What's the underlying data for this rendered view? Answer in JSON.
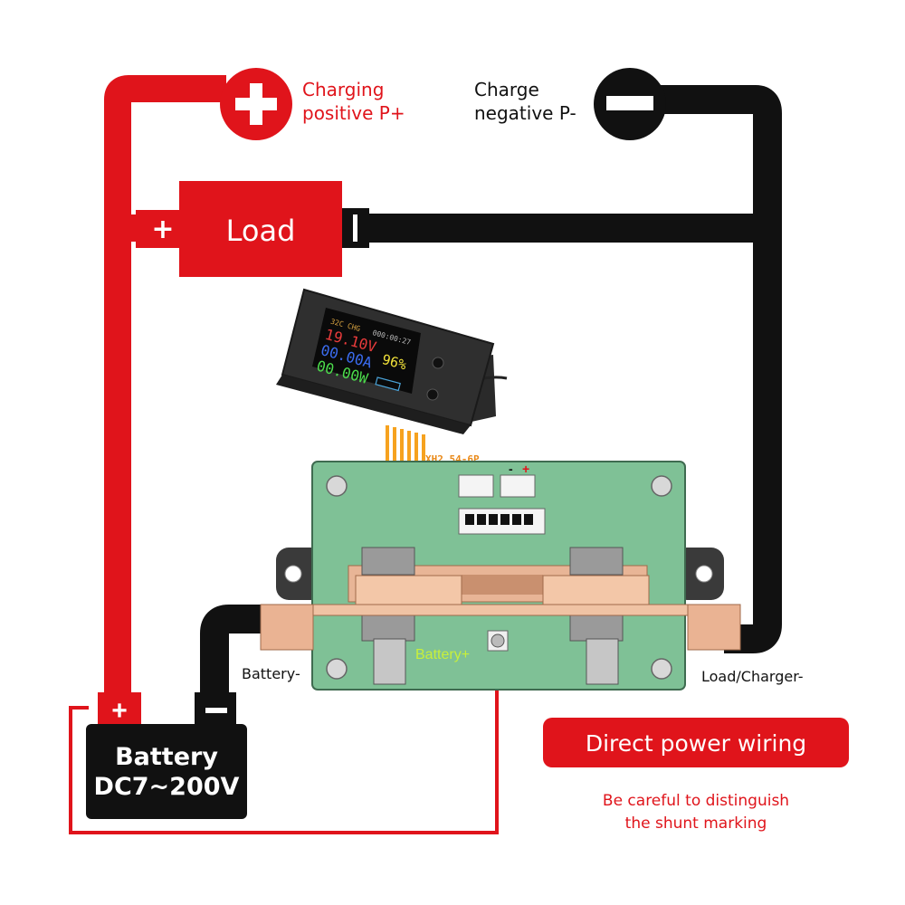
{
  "labels": {
    "charging_positive_line1": "Charging",
    "charging_positive_line2": "positive P+",
    "charge_negative_line1": "Charge",
    "charge_negative_line2": "negative P-",
    "load": "Load",
    "load_plus": "+",
    "battery_line1": "Battery",
    "battery_line2": "DC7~200V",
    "battery_plus": "+",
    "battery_minus": "-",
    "battery_minus_label": "Battery-",
    "battery_plus_label": "Battery+",
    "load_charger_minus_label": "Load/Charger-",
    "connector_label": "XH2.54-6P",
    "connector_minus": "-",
    "connector_plus": "+",
    "direct_power_wiring": "Direct power wiring",
    "caution_line1": "Be careful to distinguish",
    "caution_line2": "the shunt marking"
  },
  "meter_display": {
    "voltage": "19.10V",
    "current": "00.00A",
    "power": "00.00W",
    "percent": "96%",
    "status": "32C CHG",
    "counter": "000:00:27"
  },
  "colors": {
    "red": "#e0141b",
    "black": "#111111",
    "board_green": "#7fc196",
    "copper": "#e8b596",
    "ribbon_orange": "#f6a21f",
    "battery_plus_text": "#c8f03a"
  }
}
